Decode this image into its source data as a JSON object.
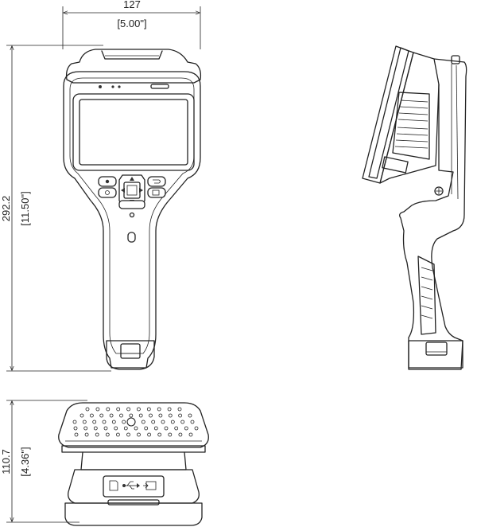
{
  "dimensions": {
    "width": {
      "value": "127",
      "inch": "[5.00\"]"
    },
    "height": {
      "value": "292.2",
      "inch": "[11.50\"]"
    },
    "depth": {
      "value": "110.7",
      "inch": "[4.36\"]"
    }
  },
  "colors": {
    "line": "#222222",
    "background": "#ffffff"
  },
  "icons": [
    "sd-card-icon",
    "usb-icon",
    "hdmi-icon"
  ]
}
